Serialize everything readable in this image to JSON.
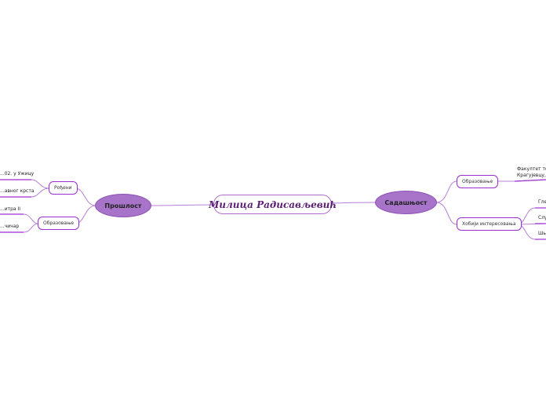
{
  "central": {
    "label": "Милица Радисављевић"
  },
  "left": {
    "main": "Прошлост",
    "subs": [
      {
        "label": "Рођени",
        "leaves": [
          "...02. у Ужицу",
          "...авног крста"
        ]
      },
      {
        "label": "Образовање",
        "leaves": [
          "...итра II",
          "...чичар"
        ]
      }
    ]
  },
  "right": {
    "main": "Садашњост",
    "subs": [
      {
        "label": "Образовање",
        "leaves": [
          "Факултет те...",
          "Крагујевцу, с..."
        ]
      },
      {
        "label": "Хобији интересовања",
        "leaves": [
          "Гле...",
          "Слу...",
          "Шь..."
        ]
      }
    ]
  },
  "colors": {
    "accent": "#9b2fd1",
    "main_fill": "#a774c9",
    "line": "#b77fd9"
  }
}
